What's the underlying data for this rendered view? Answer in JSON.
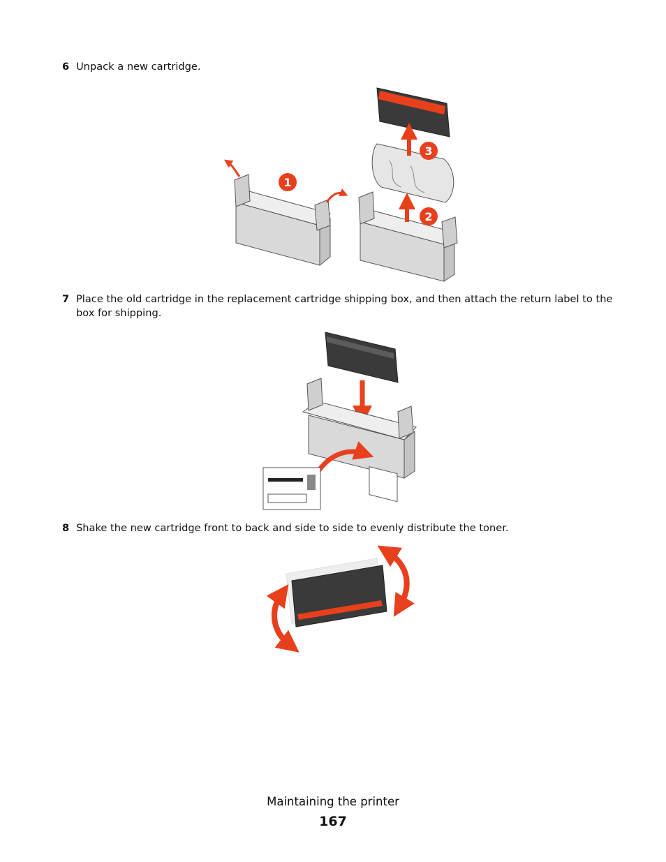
{
  "steps": [
    {
      "number": "6",
      "text": "Unpack a new cartridge."
    },
    {
      "number": "7",
      "text": "Place the old cartridge in the replacement cartridge shipping box, and then attach the return label to the box for shipping."
    },
    {
      "number": "8",
      "text": "Shake the new cartridge front to back and side to side to evenly distribute the toner."
    }
  ],
  "figure1": {
    "callouts": [
      "1",
      "2",
      "3"
    ]
  },
  "footer": {
    "section_title": "Maintaining the printer",
    "page_number": "167"
  },
  "colors": {
    "accent_red": "#e8401c",
    "box_gray": "#d9d9d9",
    "cartridge_dark": "#3a3a3a"
  }
}
